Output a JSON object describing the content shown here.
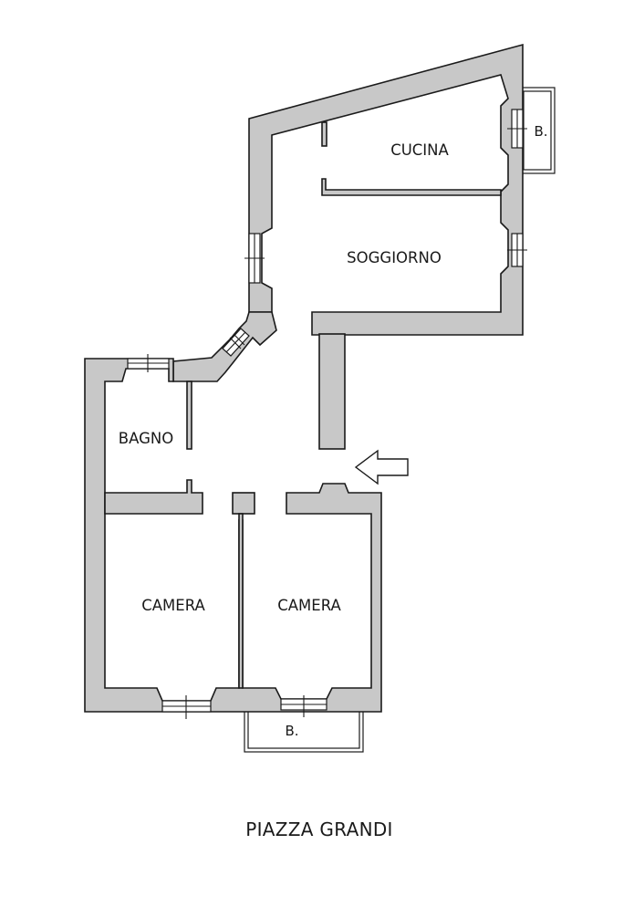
{
  "rooms": {
    "kitchen": "CUCINA",
    "living": "SOGGIORNO",
    "bathroom": "BAGNO",
    "bedroom_left": "CAMERA",
    "bedroom_right": "CAMERA"
  },
  "balconies": {
    "east": "B.",
    "south": "B."
  },
  "caption": "PIAZZA GRANDI",
  "colors": {
    "wall_fill": "#c8c8c8",
    "line": "#1a1a1a",
    "background": "#ffffff"
  },
  "icons": {
    "entrance": "entrance-arrow-icon"
  }
}
